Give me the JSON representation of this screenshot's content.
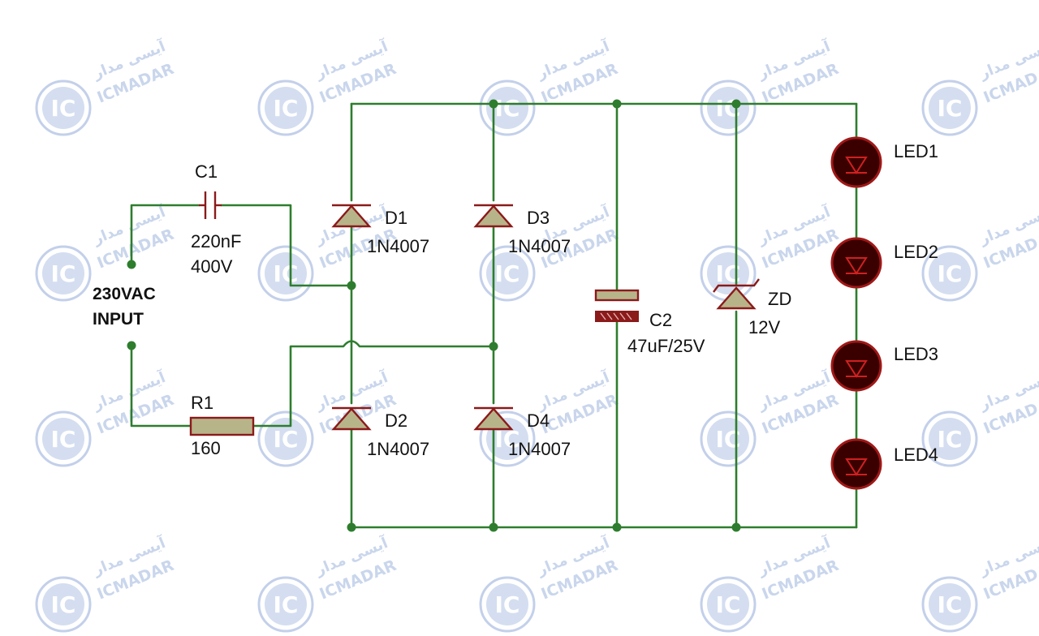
{
  "watermark": {
    "brand_latin": "ICMADAR",
    "brand_persian": "آیسی مدار",
    "logo_text": "IC"
  },
  "input": {
    "label_line1": "230VAC",
    "label_line2": "INPUT"
  },
  "components": {
    "c1": {
      "ref": "C1",
      "value1": "220nF",
      "value2": "400V"
    },
    "r1": {
      "ref": "R1",
      "value": "160"
    },
    "d1": {
      "ref": "D1",
      "value": "1N4007"
    },
    "d2": {
      "ref": "D2",
      "value": "1N4007"
    },
    "d3": {
      "ref": "D3",
      "value": "1N4007"
    },
    "d4": {
      "ref": "D4",
      "value": "1N4007"
    },
    "c2": {
      "ref": "C2",
      "value": "47uF/25V"
    },
    "zd": {
      "ref": "ZD",
      "value": "12V"
    },
    "led1": {
      "ref": "LED1"
    },
    "led2": {
      "ref": "LED2"
    },
    "led3": {
      "ref": "LED3"
    },
    "led4": {
      "ref": "LED4"
    }
  },
  "colors": {
    "wire": "#2e7d2e",
    "component_outline": "#8b1a1a",
    "component_fill": "#b8b48a",
    "led_body": "#3a0000",
    "watermark": "#c9d6ec"
  }
}
